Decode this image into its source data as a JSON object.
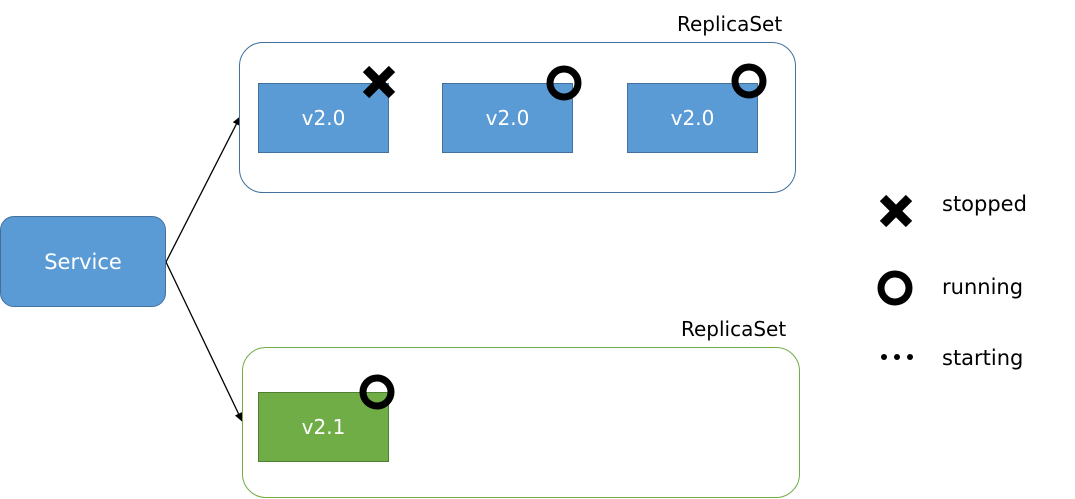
{
  "colors": {
    "blue": "#5b9bd5",
    "blue_border": "#41719c",
    "green": "#70ad47",
    "green_border": "#507e32",
    "replicaset_blue_border": "#41719c",
    "replicaset_green_border": "#70ad47",
    "arrow": "#000000"
  },
  "service": {
    "label": "Service"
  },
  "replicasets": [
    {
      "label": "ReplicaSet",
      "pods": [
        {
          "label": "v2.0",
          "status": "stopped"
        },
        {
          "label": "v2.0",
          "status": "running"
        },
        {
          "label": "v2.0",
          "status": "running"
        }
      ]
    },
    {
      "label": "ReplicaSet",
      "pods": [
        {
          "label": "v2.1",
          "status": "running"
        }
      ]
    }
  ],
  "legend": [
    {
      "icon": "cross-icon",
      "label": "stopped"
    },
    {
      "icon": "ring-icon",
      "label": "running"
    },
    {
      "icon": "dots-icon",
      "label": "starting"
    }
  ]
}
